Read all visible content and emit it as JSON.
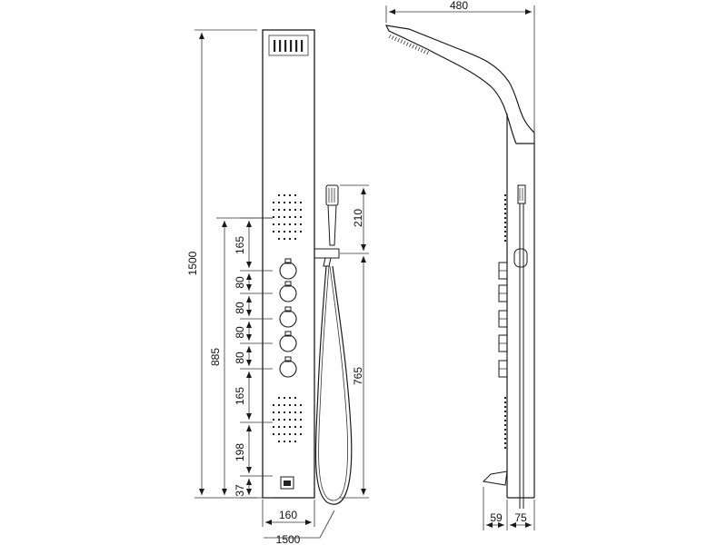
{
  "front_view": {
    "total_height": "1500",
    "chain_885": "885",
    "segments": [
      "165",
      "80",
      "80",
      "80",
      "80",
      "165",
      "198",
      "37"
    ],
    "panel_width": "160",
    "hose_length": "1500",
    "hand_shower_offset": "210",
    "bracket_height": "765"
  },
  "side_view": {
    "head_projection": "480",
    "depth_a": "59",
    "depth_b": "75"
  }
}
